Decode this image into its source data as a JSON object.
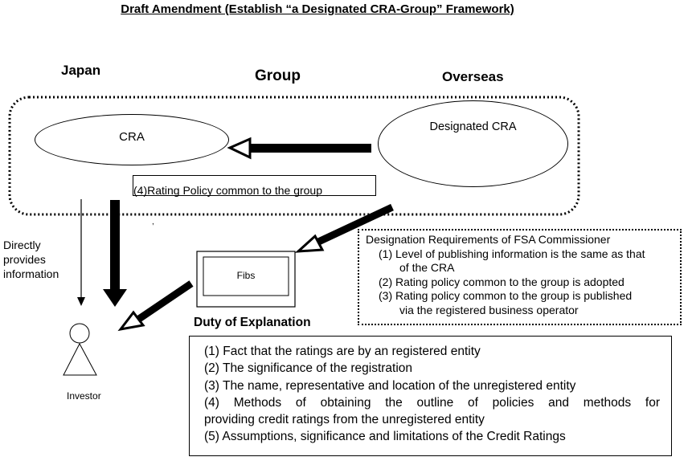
{
  "title": "Draft Amendment (Establish “a Designated CRA-Group” Framework)",
  "regions": {
    "japan": "Japan",
    "group": "Group",
    "overseas": "Overseas"
  },
  "nodes": {
    "cra": "CRA",
    "designated_cra": "Designated CRA",
    "fibs": "Fibs",
    "investor": "Investor"
  },
  "rating_policy_label": "(4)Rating Policy common to the group",
  "direct_info": [
    "Directly",
    "provides",
    "information"
  ],
  "stray_mark": ",",
  "designation": {
    "heading": "Designation Requirements of FSA Commissioner",
    "lines": [
      "(1) Level of publishing information is the same as that",
      "of the CRA",
      "(2) Rating policy common to the group is adopted",
      "(3) Rating policy common to the group is published",
      "via the registered business operator"
    ]
  },
  "duty": {
    "heading": "Duty of Explanation",
    "lines": [
      "(1) Fact that the ratings are by an registered entity",
      "(2) The significance of the registration",
      "(3) The name, representative and location of the unregistered entity",
      "(4) Methods of obtaining the outline of policies and methods for",
      "providing credit ratings from the unregistered entity",
      "(5) Assumptions, significance and limitations of the Credit Ratings"
    ]
  }
}
